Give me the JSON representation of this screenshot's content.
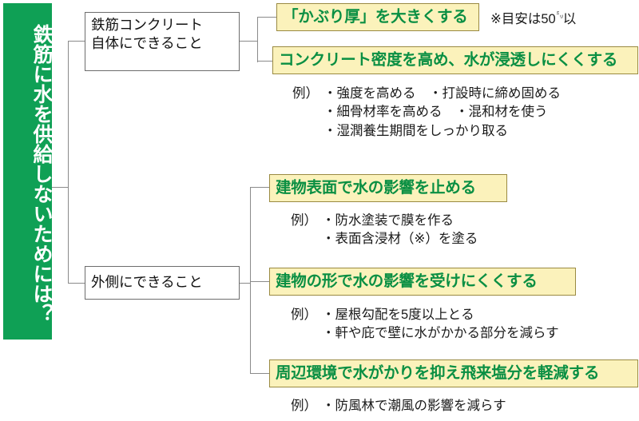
{
  "colors": {
    "root_bg": "#0fa055",
    "root_text": "#ffffff",
    "leaf_bg": "#fbf2bb",
    "leaf_border": "#9a8a42",
    "leaf_text": "#0a8f43",
    "node_border": "#6d6d6d",
    "connector": "#8a8a8a",
    "body_text": "#1a1a1a"
  },
  "root": {
    "label": "鉄筋に水を供給しないためには？"
  },
  "branches": [
    {
      "id": "rc-itself",
      "label": "鉄筋コンクリート\n自体にできること",
      "leaves": [
        {
          "id": "kaburi",
          "label": "「かぶり厚」を大きくする",
          "note_prefix": "※目安は50",
          "note_unit": "㍉",
          "note_suffix": "以"
        },
        {
          "id": "mitsudo",
          "label": "コンクリート密度を高め、水が浸透しにくくする",
          "examples": {
            "label": "例）",
            "lines": "・強度を高める　・打設時に締め固める\n・細骨材率を高める　・混和材を使う\n・湿潤養生期間をしっかり取る"
          }
        }
      ]
    },
    {
      "id": "outside",
      "label": "外側にできること",
      "leaves": [
        {
          "id": "hyomen",
          "label": "建物表面で水の影響を止める",
          "examples": {
            "label": "例）",
            "lines": "・防水塗装で膜を作る\n・表面含浸材（※）を塗る"
          }
        },
        {
          "id": "katachi",
          "label": "建物の形で水の影響を受けにくくする",
          "examples": {
            "label": "例）",
            "lines": "・屋根勾配を5度以上とる\n・軒や庇で壁に水がかかる部分を減らす"
          }
        },
        {
          "id": "shuhen",
          "label": "周辺環境で水がかりを抑え飛来塩分を軽減する",
          "examples": {
            "label": "例）",
            "lines": "・防風林で潮風の影響を減らす"
          }
        }
      ]
    }
  ]
}
